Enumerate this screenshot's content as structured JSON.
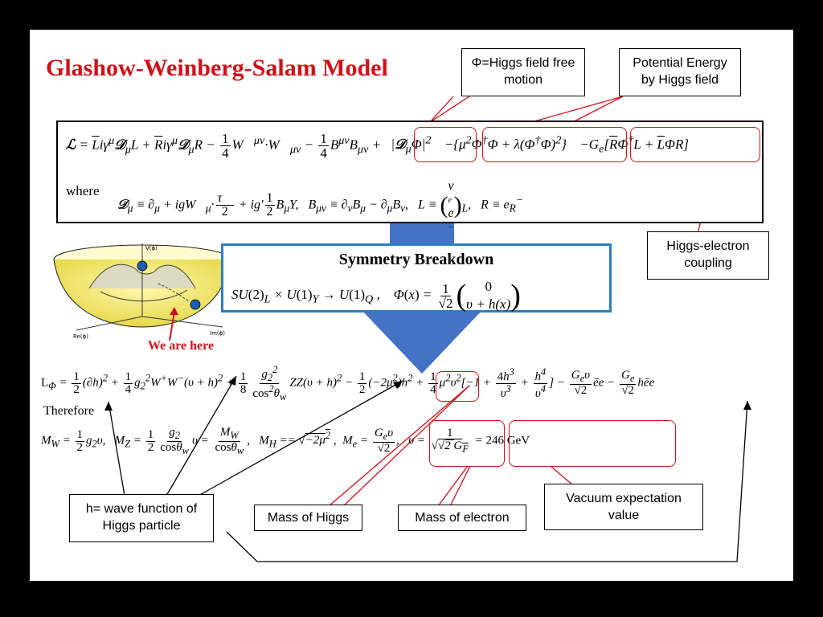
{
  "slide": {
    "title": "Glashow-Weinberg-Salam Model"
  },
  "callouts": {
    "higgs_field": "Φ=Higgs field free motion",
    "potential_energy": "Potential Energy by Higgs field",
    "electron_coupling": "Higgs-electron coupling",
    "wave_function": "h= wave function of Higgs particle",
    "mass_higgs": "Mass of Higgs",
    "mass_electron": "Mass of electron",
    "vev": "Vacuum expectation value"
  },
  "lagrangian": {
    "line1": "ℒ = L̄iγ^μ𝒟_μL + R̄iγ^μ𝒟_μR − ¼W⃗^μν·W⃗_μν − ¼B^μνB_μν + |𝒟_μΦ|² − {μ²Φ†Φ + λ(Φ†Φ)²} − G_e[R̄Φ†L + L̄ΦR]",
    "where": "where",
    "line2": "𝒟_μ ≡ ∂_μ + igW⃗_μ·τ⃗/2 + ig′½B_μY,   B_μν ≡ ∂_νB_μ − ∂_μB_ν,   L ≡ (ν_e, e⁻)_L,   R ≡ e_R⁻"
  },
  "symmetry": {
    "title": "Symmetry Breakdown",
    "equation": "SU(2)_L × U(1)_Y → U(1)_Q ,    Φ(x) = 1/√2 (0, υ + h(x))"
  },
  "figure": {
    "here_label": "We are here",
    "v_axis": "V(ϕ)",
    "re_axis": "Re(ϕ)",
    "im_axis": "Im(ϕ)"
  },
  "expanded": {
    "equation": "L_Φ = ½(∂h)² + ¼g₂²W⁺W⁻(υ+h)² + ⅛ g₂²/cos²θ_w ZZ(υ+h)² − ½(−2μ²)h² + ¼μ²υ²[−1 + 4h³/υ³ + h⁴/υ⁴] − G_eυ/√2 ēe − G_e/√2 hēe",
    "therefore": "Therefore",
    "masses": "M_W = ½g₂υ,   M_Z = ½ g₂/cosθ_w υ = M_W/cosθ_w,   M_H == √(−2μ²) ,  M_e = G_eυ/√2,  υ = 1/√(√2 G_F) = 246 GeV"
  },
  "colors": {
    "title": "#d01018",
    "callout_red": "#d01018",
    "symmetry_border": "#2e7dc2",
    "arrow_fill": "#4472c4"
  }
}
